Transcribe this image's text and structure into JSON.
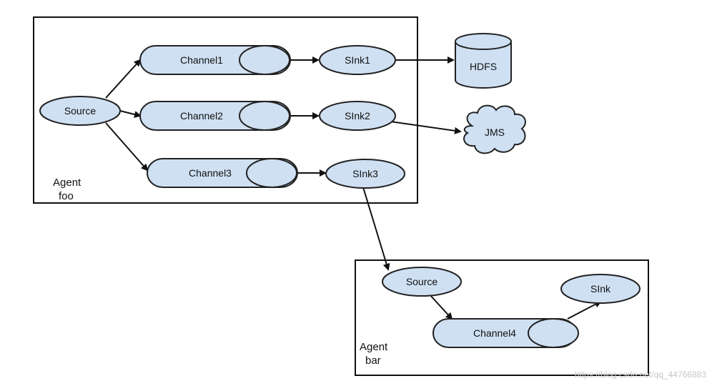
{
  "colors": {
    "node_fill": "#cfe0f3",
    "node_stroke": "#222222",
    "frame_stroke": "#111111",
    "arrow": "#111111"
  },
  "agent_foo": {
    "label_line1": "Agent",
    "label_line2": "foo",
    "source": "Source",
    "channels": [
      "Channel1",
      "Channel2",
      "Channel3"
    ],
    "sinks": [
      "SInk1",
      "SInk2",
      "SInk3"
    ]
  },
  "destinations": {
    "hdfs": "HDFS",
    "jms": "JMS"
  },
  "agent_bar": {
    "label_line1": "Agent",
    "label_line2": "bar",
    "source": "Source",
    "channel": "Channel4",
    "sink": "SInk"
  },
  "watermark": "https://blog.csdn.net/qq_44766883"
}
